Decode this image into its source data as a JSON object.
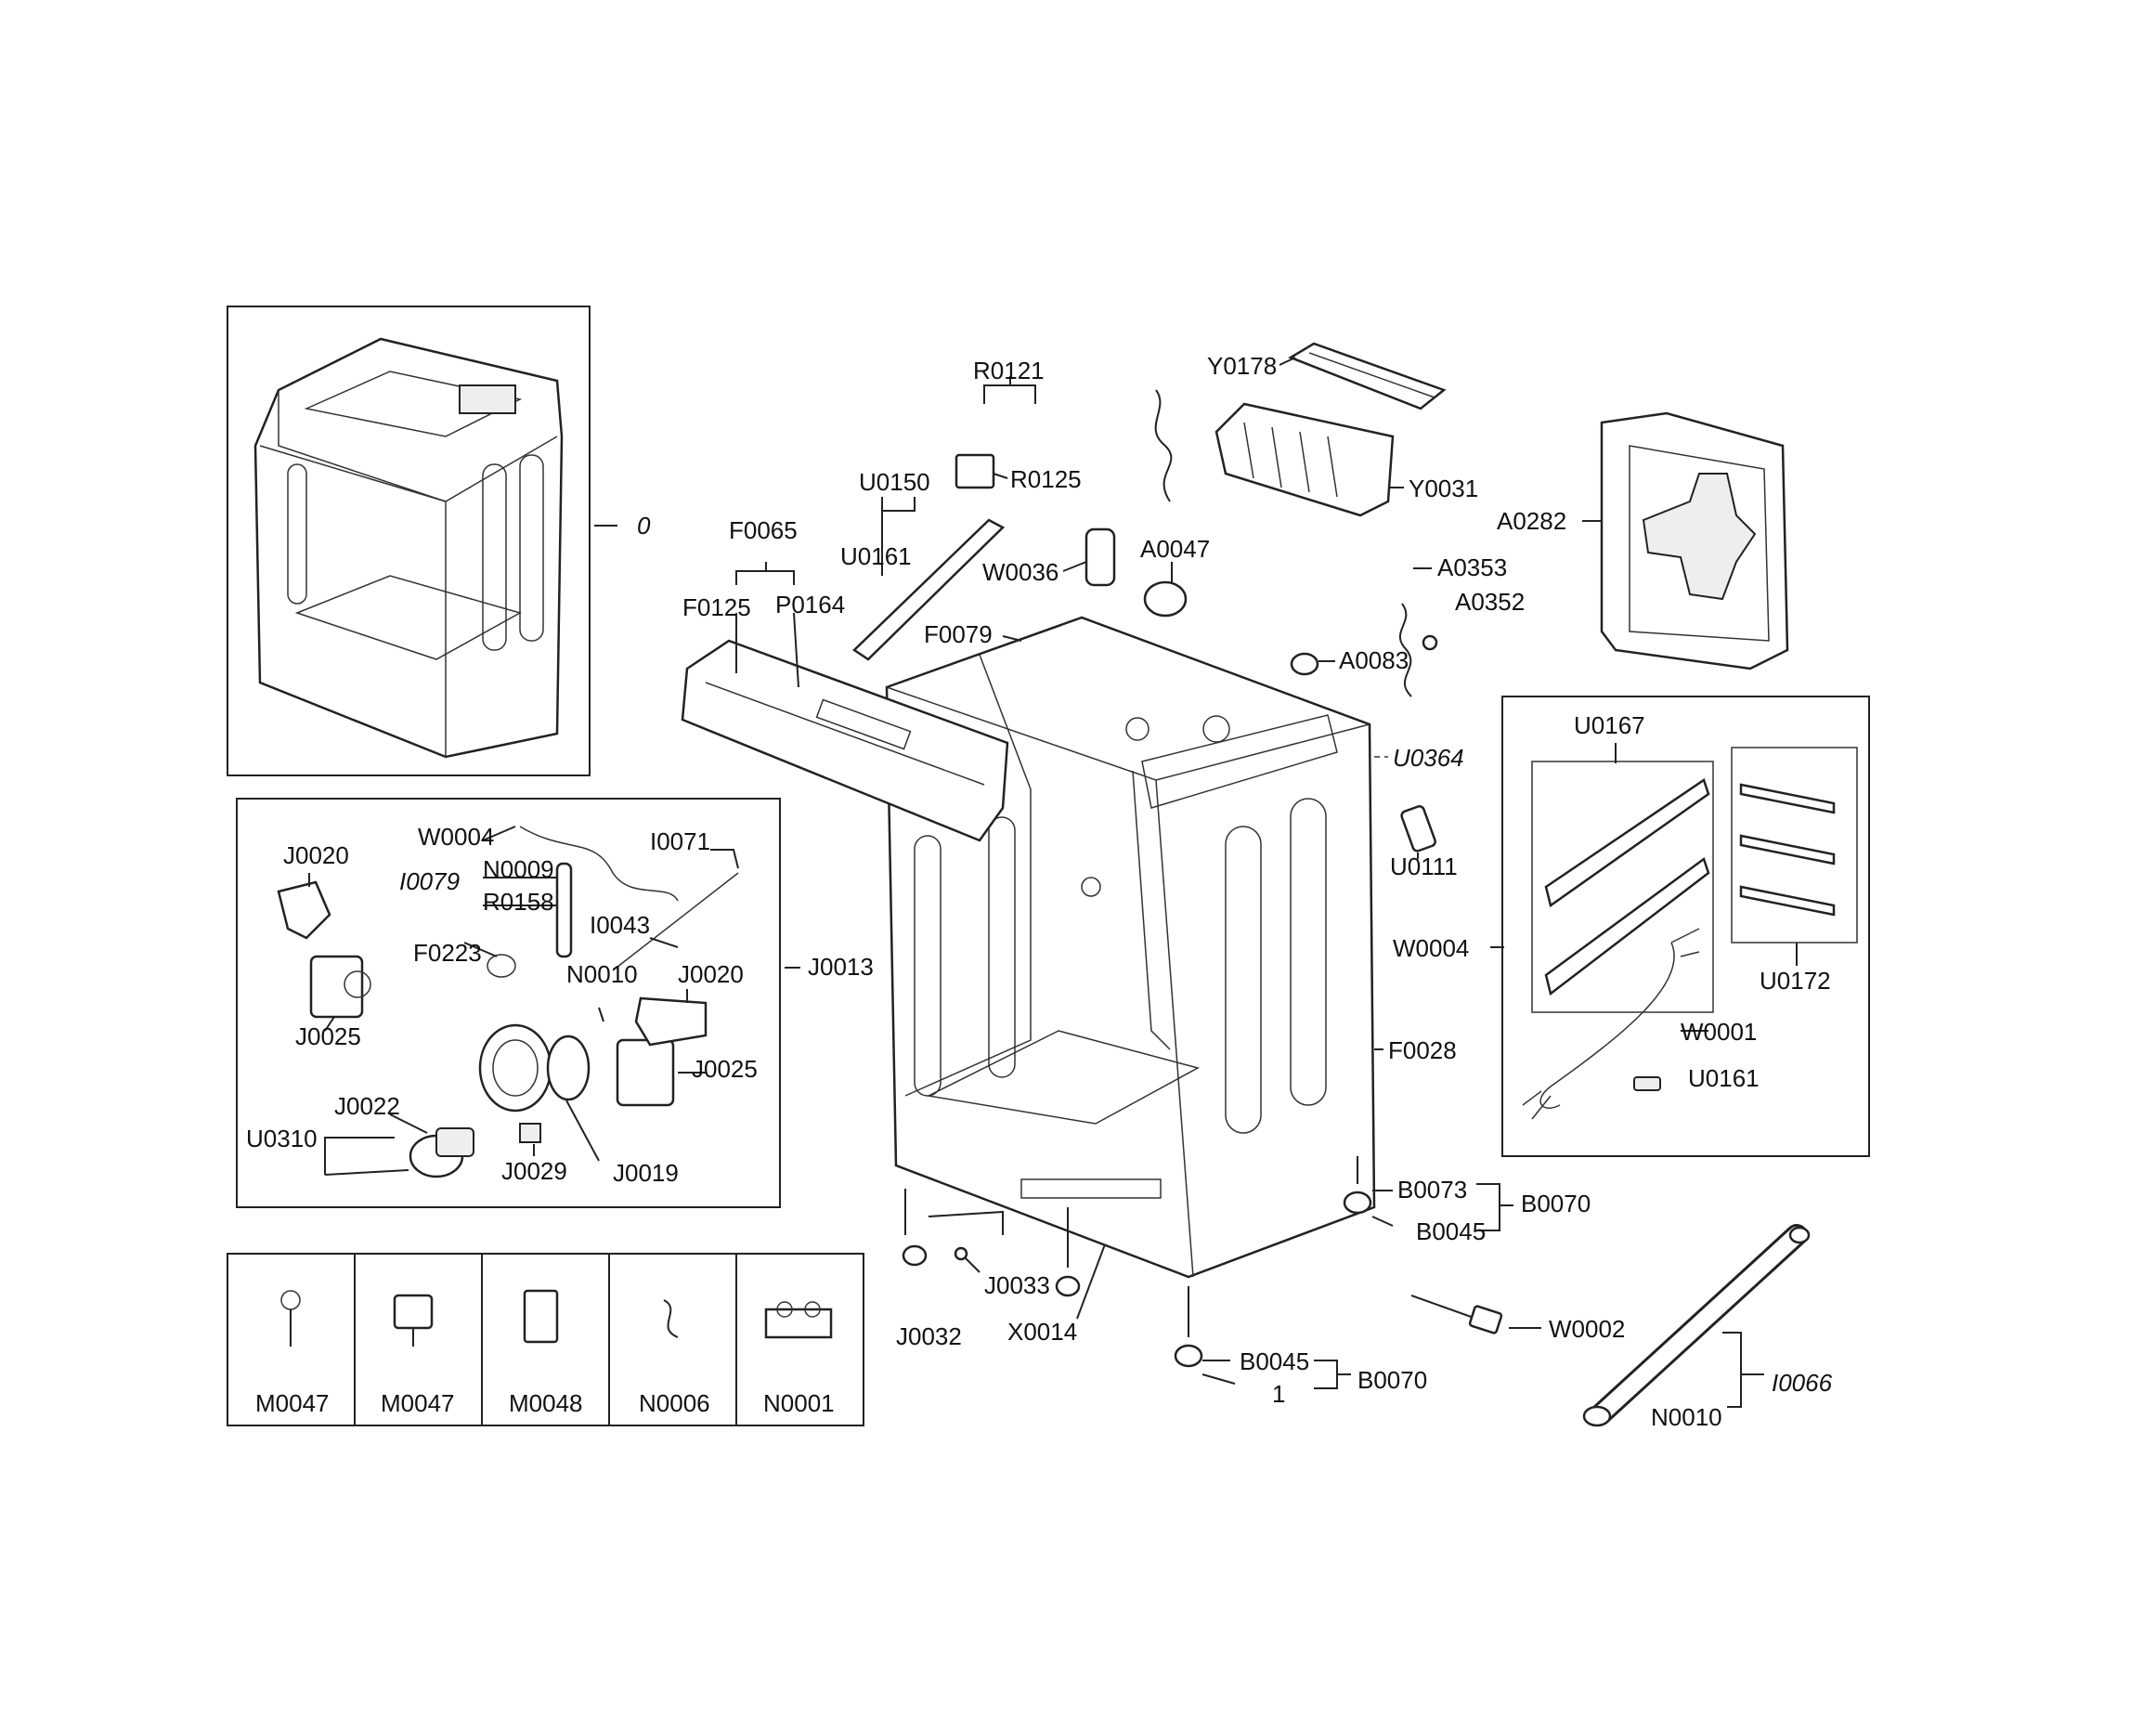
{
  "labels": {
    "assy": "0",
    "r0121": "R0121",
    "r0125": "R0125",
    "u0150": "U0150",
    "u0161_top": "U0161",
    "f0065": "F0065",
    "f0125": "F0125",
    "p0164": "P0164",
    "w0036": "W0036",
    "a0047": "A0047",
    "f0079": "F0079",
    "y0178": "Y0178",
    "y0031": "Y0031",
    "a0353": "A0353",
    "a0352": "A0352",
    "a0083": "A0083",
    "a0282": "A0282",
    "u0364": "U0364",
    "u0111": "U0111",
    "w0004_main": "W0004",
    "f0028": "F0028",
    "u0167": "U0167",
    "u0172": "U0172",
    "w0001": "W0001",
    "u0161_box": "U0161",
    "b0073": "B0073",
    "b0070_a": "B0070",
    "b0045_a": "B0045",
    "b0045_b": "B0045",
    "b0070_b": "B0070",
    "one": "1",
    "w0002": "W0002",
    "i0066": "I0066",
    "n0010_hose": "N0010",
    "j0033": "J0033",
    "j0032": "J0032",
    "x0014": "X0014",
    "w0004_pump": "W0004",
    "j0020_a": "J0020",
    "i0079": "I0079",
    "n0009": "N0009",
    "r0158": "R0158",
    "i0071": "I0071",
    "i0043": "I0043",
    "f0223": "F0223",
    "n0010_pump": "N0010",
    "j0020_b": "J0020",
    "j0013": "J0013",
    "j0025_a": "J0025",
    "j0025_b": "J0025",
    "j0022": "J0022",
    "u0310": "U0310",
    "j0029": "J0029",
    "j0019": "J0019",
    "m0047_a": "M0047",
    "m0047_b": "M0047",
    "m0048": "M0048",
    "n0006": "N0006",
    "n0001": "N0001"
  }
}
